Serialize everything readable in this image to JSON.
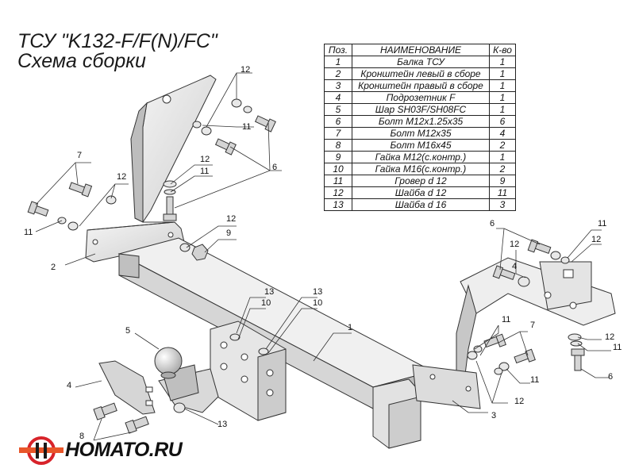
{
  "header": {
    "title": "ТСУ \"K132-F/F(N)/FC\"",
    "subtitle": "Схема сборки"
  },
  "table": {
    "headers": [
      "Поз.",
      "НАИМЕНОВАНИЕ",
      "К-во"
    ],
    "rows": [
      [
        "1",
        "Балка ТСУ",
        "1"
      ],
      [
        "2",
        "Кронштейн левый в сборе",
        "1"
      ],
      [
        "3",
        "Кронштейн правый в сборе",
        "1"
      ],
      [
        "4",
        "Подрозетник F",
        "1"
      ],
      [
        "5",
        "Шар SH03F/SH08FC",
        "1"
      ],
      [
        "6",
        "Болт М12x1.25x35",
        "6"
      ],
      [
        "7",
        "Болт М12x35",
        "4"
      ],
      [
        "8",
        "Болт М16x45",
        "2"
      ],
      [
        "9",
        "Гайка М12(с.контр.)",
        "1"
      ],
      [
        "10",
        "Гайка  М16(с.контр.)",
        "2"
      ],
      [
        "11",
        "Гровер d 12",
        "9"
      ],
      [
        "12",
        "Шайба d 12",
        "11"
      ],
      [
        "13",
        "Шайба d 16",
        "3"
      ]
    ]
  },
  "callouts": [
    {
      "id": "c12a",
      "label": "12"
    },
    {
      "id": "c11a",
      "label": "11"
    },
    {
      "id": "c6a",
      "label": "6"
    },
    {
      "id": "c7a",
      "label": "7"
    },
    {
      "id": "c12b",
      "label": "12"
    },
    {
      "id": "c11b",
      "label": "11"
    },
    {
      "id": "c12c",
      "label": "12"
    },
    {
      "id": "c11c",
      "label": "11"
    },
    {
      "id": "c2",
      "label": "2"
    },
    {
      "id": "c12d",
      "label": "12"
    },
    {
      "id": "c9",
      "label": "9"
    },
    {
      "id": "c13a",
      "label": "13"
    },
    {
      "id": "c10a",
      "label": "10"
    },
    {
      "id": "c13b",
      "label": "13"
    },
    {
      "id": "c10b",
      "label": "10"
    },
    {
      "id": "c1",
      "label": "1"
    },
    {
      "id": "c5",
      "label": "5"
    },
    {
      "id": "c4",
      "label": "4"
    },
    {
      "id": "c8",
      "label": "8"
    },
    {
      "id": "c13c",
      "label": "13"
    },
    {
      "id": "c6b",
      "label": "6"
    },
    {
      "id": "c11d",
      "label": "11"
    },
    {
      "id": "c12e",
      "label": "12"
    },
    {
      "id": "c12f",
      "label": "12"
    },
    {
      "id": "c4b",
      "label": "4"
    },
    {
      "id": "c11e",
      "label": "11"
    },
    {
      "id": "c7b",
      "label": "7"
    },
    {
      "id": "c11f",
      "label": "11"
    },
    {
      "id": "c12g",
      "label": "12"
    },
    {
      "id": "c11g",
      "label": "11"
    },
    {
      "id": "c6c",
      "label": "6"
    },
    {
      "id": "c12h",
      "label": "12"
    },
    {
      "id": "c3",
      "label": "3"
    }
  ],
  "logo": {
    "text": "HOMATO.RU",
    "icon": "homato-logo-icon",
    "colors": {
      "ring": "#d8232a",
      "bar": "#e8562a",
      "dark": "#1a1a1a"
    }
  },
  "colors": {
    "metal": "#dedede",
    "metal_dark": "#a9a9a9",
    "metal_light": "#f2f2f2",
    "line": "#333333"
  }
}
